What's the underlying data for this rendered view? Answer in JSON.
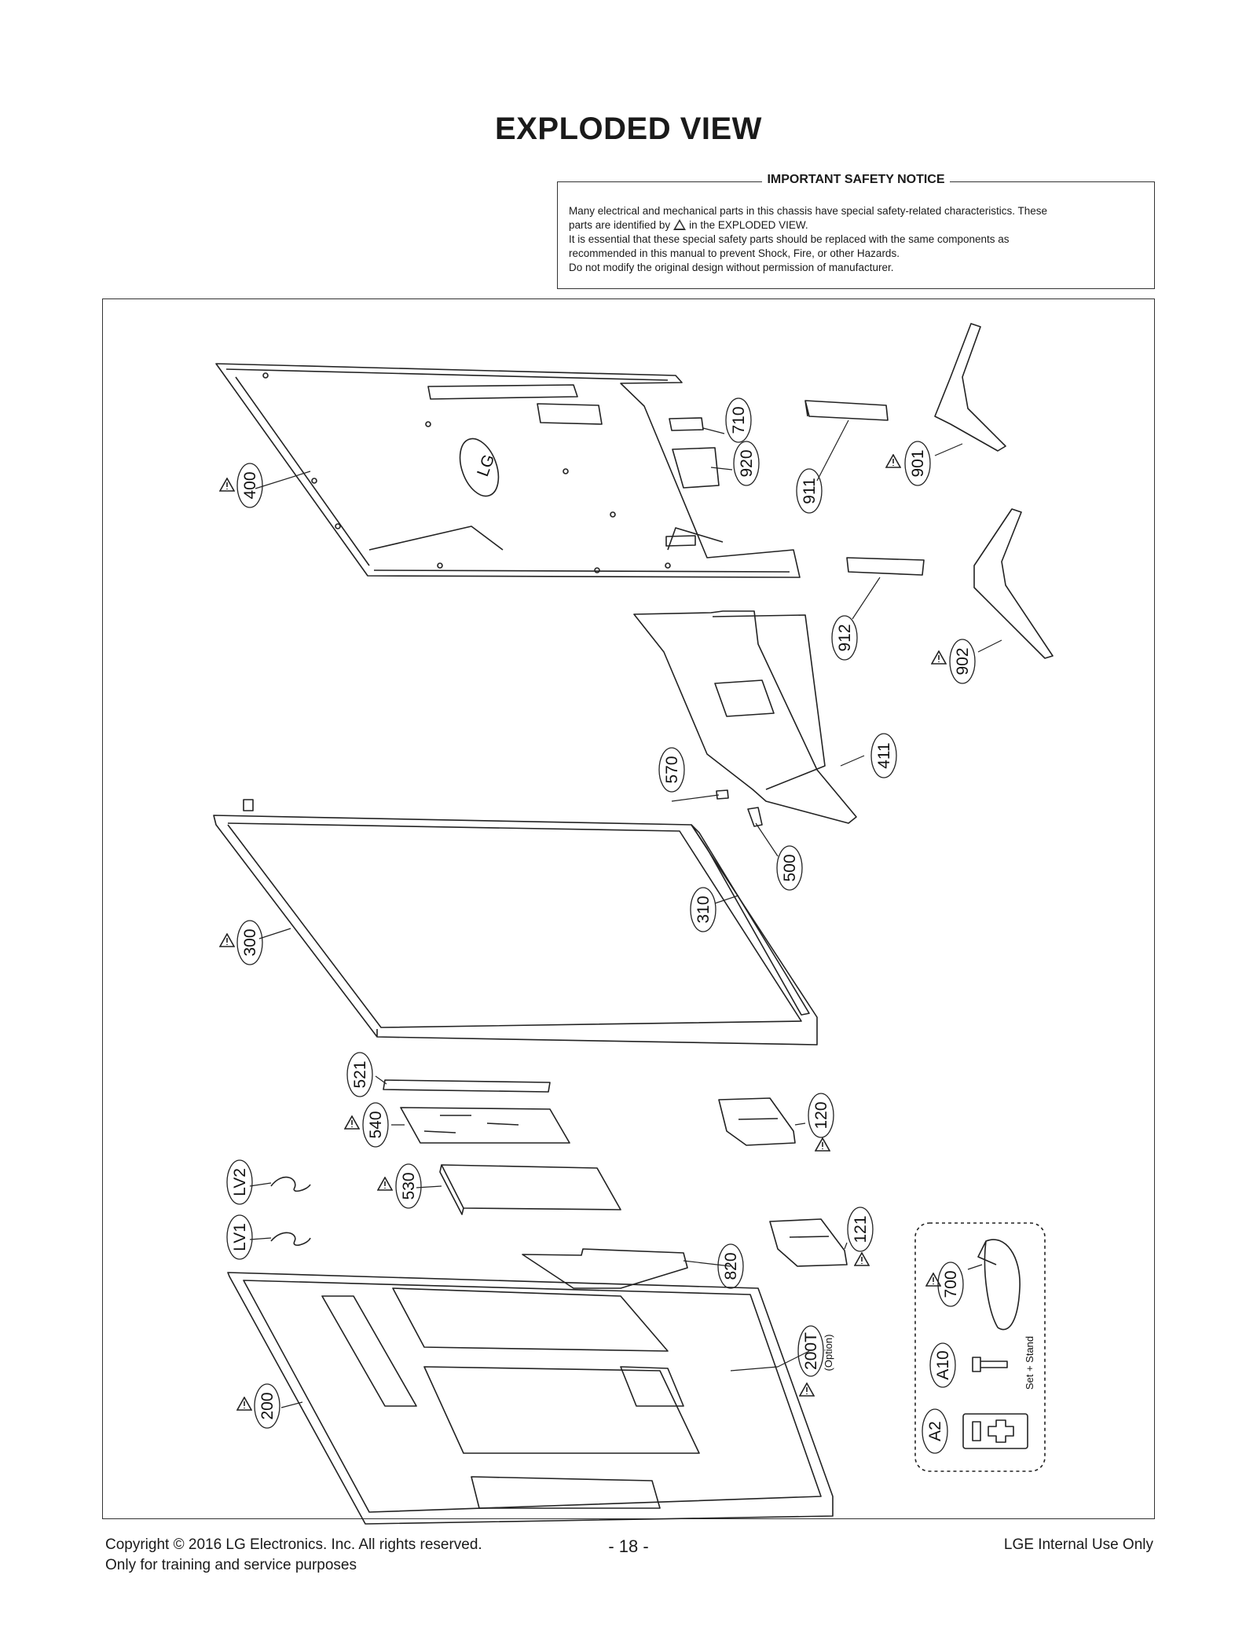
{
  "title": "EXPLODED VIEW",
  "notice": {
    "title": "IMPORTANT SAFETY NOTICE",
    "line1": "Many electrical and mechanical parts in this chassis have special safety-related characteristics. These",
    "line2a": "parts are identified by",
    "line2b": "in the EXPLODED VIEW.",
    "line3": "It is essential that these special safety parts should be replaced with the same components as",
    "line4": "recommended in this manual to prevent Shock, Fire, or other Hazards.",
    "line5": "Do not modify the original design without permission of manufacturer."
  },
  "parts": {
    "p400": "400",
    "p710": "710",
    "p920": "920",
    "p911": "911",
    "p901": "901",
    "p912": "912",
    "p902": "902",
    "p411": "411",
    "p570": "570",
    "p500": "500",
    "p310": "310",
    "p300": "300",
    "p521": "521",
    "p540": "540",
    "p120": "120",
    "pLV2": "LV2",
    "p530": "530",
    "pLV1": "LV1",
    "p121": "121",
    "p820": "820",
    "p700": "700",
    "p200T": "200T",
    "p200": "200",
    "pA10": "A10",
    "pA2": "A2"
  },
  "option_label": "(Option)",
  "set_stand_label": "Set + Stand",
  "logo_text": "LG",
  "footer": {
    "copyright": "Copyright  © 2016 LG Electronics. Inc. All rights reserved.",
    "purpose": "Only for training and service purposes",
    "page": "- 18 -",
    "internal": "LGE Internal Use Only"
  }
}
